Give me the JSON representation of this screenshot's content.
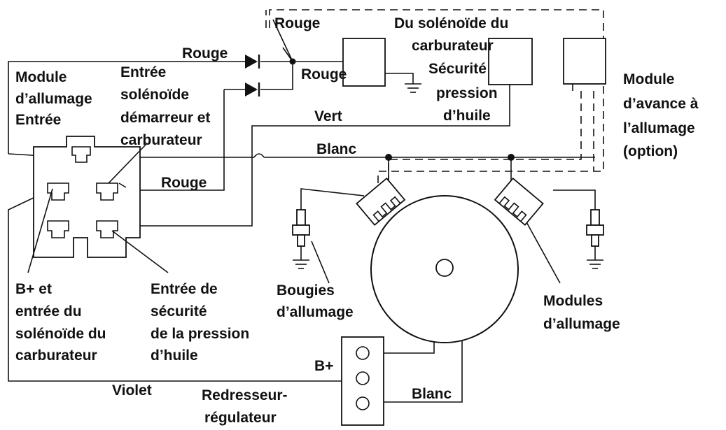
{
  "labels": {
    "rouge_top": "Rouge",
    "du_solenoide_line1": "Du solénoïde du",
    "du_solenoide_line2": "carburateur",
    "rouge_left": "Rouge",
    "rouge_mid": "Rouge",
    "securite_line1": "Sécurité",
    "securite_line2": "pression",
    "securite_line3": "d’huile",
    "module_allumage_line1": "Module",
    "module_allumage_line2": "d’allumage",
    "module_allumage_line3": "Entrée",
    "entree_solenoide_line1": "Entrée",
    "entree_solenoide_line2": "solénoïde",
    "entree_solenoide_line3": "démarreur et",
    "entree_solenoide_line4": "carburateur",
    "vert": "Vert",
    "blanc_top": "Blanc",
    "rouge_lower": "Rouge",
    "module_avance_line1": "Module",
    "module_avance_line2": "d’avance à",
    "module_avance_line3": "l’allumage",
    "module_avance_line4": "(option)",
    "bplus_line1": "B+ et",
    "bplus_line2": "entrée du",
    "bplus_line3": "solénoïde du",
    "bplus_line4": "carburateur",
    "entree_secu_line1": "Entrée de",
    "entree_secu_line2": "sécurité",
    "entree_secu_line3": "de la pression",
    "entree_secu_line4": "d’huile",
    "bougies_line1": "Bougies",
    "bougies_line2": "d’allumage",
    "modules_line1": "Modules",
    "modules_line2": "d’allumage",
    "bplus_reg": "B+",
    "violet": "Violet",
    "redresseur_line1": "Redresseur-",
    "redresseur_line2": "régulateur",
    "blanc_bottom": "Blanc"
  }
}
